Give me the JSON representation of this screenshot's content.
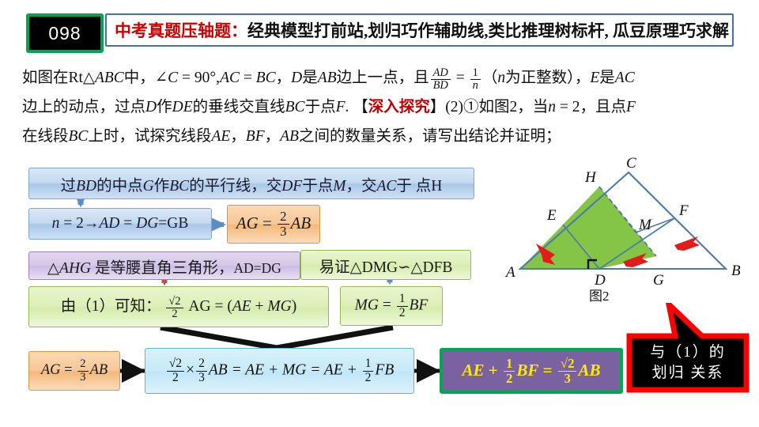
{
  "header": {
    "badge": "098",
    "title_red": "中考真题压轴题：",
    "title_black": "经典模型打前站,划归巧作辅助线,类比推理树标杆, 瓜豆原理巧求解"
  },
  "problem": {
    "line1_a": "如图在Rt",
    "line1_tri": "△",
    "line1_b": "ABC",
    "line1_c": "中，∠",
    "line1_d": "C",
    "line1_e": " = 90°,",
    "line1_f": "AC",
    "line1_g": " = ",
    "line1_h": "BC",
    "line1_i": "，",
    "line1_j": "D",
    "line1_k": "是",
    "line1_l": "AB",
    "line1_m": "边上一点，且",
    "frac1_num": "AD",
    "frac1_den": "BD",
    "line1_eq": " = ",
    "frac2_num": "1",
    "frac2_den": "n",
    "line1_n": "（",
    "line1_o": "n",
    "line1_p": "为正整数），",
    "line1_q": "E",
    "line1_r": "是",
    "line1_s": "AC",
    "line2_a": "边上的动点，过点",
    "line2_b": "D",
    "line2_c": "作",
    "line2_d": "DE",
    "line2_e": "的垂线交直线",
    "line2_f": "BC",
    "line2_g": "于点",
    "line2_h": "F",
    "line2_i": ". 【",
    "line2_red": "深入探究",
    "line2_j": "】(2)①如图2，当",
    "line2_k": "n",
    "line2_l": " = 2，且点",
    "line2_m": "F",
    "line3_a": "在线段",
    "line3_b": "BC",
    "line3_c": "上时，试探究线段",
    "line3_d": "AE",
    "line3_e": "，",
    "line3_f": "BF",
    "line3_g": "，",
    "line3_h": "AB",
    "line3_i": "之间的数量关系，请写出结论并证明；"
  },
  "flow": {
    "step1": {
      "text_a": "过",
      "text_b": "BD",
      "text_c": "的中点",
      "text_d": "G",
      "text_e": "作",
      "text_f": "BC",
      "text_g": "的平行线，交",
      "text_h": "DF",
      "text_i": "于点",
      "text_j": "M",
      "text_k": "，交",
      "text_l": "AC",
      "text_m": "于 点H"
    },
    "step2": {
      "text_a": "n",
      "text_b": " = 2→",
      "text_c": "AD",
      "text_d": " = ",
      "text_e": "DG",
      "text_f": "=GB"
    },
    "step3": {
      "lhs": "AG",
      "eq": " = ",
      "num": "2",
      "den": "3",
      "rhs": "AB"
    },
    "step4": {
      "tri": "△",
      "text_a": "AHG",
      "text_b": " 是等腰直角三角形，",
      "text_c": "AD=DG"
    },
    "step5": {
      "text_a": "易证",
      "tri1": "△",
      "text_b": "DMG",
      "sim": "∽",
      "tri2": "△",
      "text_c": "DFB"
    },
    "step6": {
      "text_a": "由（1）可知：",
      "num": "√2",
      "den": "2",
      "text_b": " AG = (",
      "text_c": "AE",
      "text_d": " + ",
      "text_e": "MG",
      "text_f": ")"
    },
    "step7": {
      "lhs": "MG",
      "eq": " = ",
      "num": "1",
      "den": "2",
      "rhs": "BF"
    },
    "step8": {
      "lhs": "AG",
      "eq": " = ",
      "num": "2",
      "den": "3",
      "rhs": "AB"
    },
    "step9": {
      "f1num": "√2",
      "f1den": "2",
      "times": "×",
      "f2num": "2",
      "f2den": "3",
      "mid": "AB = AE + MG = AE + ",
      "f3num": "1",
      "f3den": "2",
      "tail": "FB"
    },
    "final": {
      "a": "AE",
      "plus": " + ",
      "f1num": "1",
      "f1den": "2",
      "b": "BF",
      "eq": " = ",
      "f2num": "√2",
      "f2den": "3",
      "c": "AB"
    }
  },
  "figure": {
    "labels": {
      "A": "A",
      "B": "B",
      "C": "C",
      "D": "D",
      "E": "E",
      "F": "F",
      "G": "G",
      "H": "H",
      "M": "M"
    },
    "caption": "图2"
  },
  "callout": {
    "line1": "与（1）的",
    "line2": "划归 关系"
  },
  "colors": {
    "badge_border": "#00a550",
    "title_border": "#4472a8",
    "title_red": "#d00000",
    "accent_red": "#e00000",
    "final_fill": "#7a62a0",
    "final_border": "#00a84f",
    "final_text": "#ffea00",
    "geo_stroke": "#4e7ba8",
    "geo_fill": "#79bf36",
    "arrow_blue": "#5b8fc4",
    "arrow_dark": "#111111",
    "arrow_red": "#c0504d"
  }
}
